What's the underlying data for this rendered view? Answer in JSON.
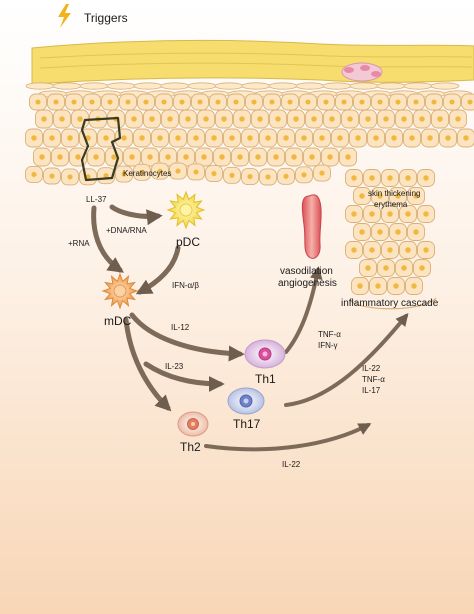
{
  "legend": {
    "triggers": "Triggers"
  },
  "skin": {
    "keratinocytes": "Keratinocytes",
    "skin_thickening": "skin thickening",
    "erythema": "erythema"
  },
  "mediators": {
    "ll37": "LL-37",
    "dna_rna": "+DNA/RNA",
    "rna": "+RNA",
    "ifn_ab": "IFN-α/β",
    "il12": "IL-12",
    "il23": "IL-23",
    "il22_bottom": "IL-22",
    "tnf_a": "TNF-α",
    "ifn_g": "IFN-γ",
    "il22_list": "IL-22",
    "tnf_a_list": "TNF-α",
    "il17": "IL-17"
  },
  "cells": {
    "pdc": "pDC",
    "mdc": "mDC",
    "th1": "Th1",
    "th17": "Th17",
    "th2": "Th2"
  },
  "outcomes": {
    "vasodilation": "vasodilation",
    "angiogenesis": "angiogenesis",
    "inflammatory_cascade": "inflammatory cascade"
  },
  "colors": {
    "lightning": "#f2b41c",
    "stratum_corneum": "#f6dd6e",
    "cell_fill": "#fbe4bf",
    "cell_stroke": "#d9b07a",
    "nucleus": "#f1b73e",
    "pdc": "#f5e25a",
    "mdc": "#f2a35a",
    "th1": "#d9a6cf",
    "th17": "#9aa8d9",
    "th2": "#e9a07e",
    "vessel": "#e56b6b",
    "arrow": "#7d6a58"
  }
}
